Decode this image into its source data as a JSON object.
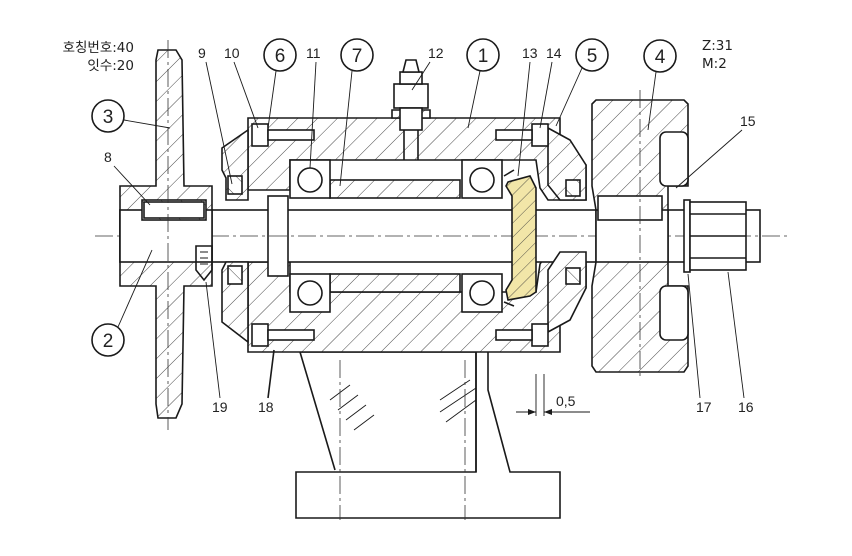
{
  "spec": {
    "sprocket_label": "호칭번호:40",
    "teeth_label": "잇수:20",
    "gear_z": "Z:31",
    "gear_m": "M:2"
  },
  "dimension": "0,5",
  "balloons": [
    "1",
    "2",
    "3",
    "4",
    "5",
    "6",
    "7"
  ],
  "part_numbers": [
    "8",
    "9",
    "10",
    "11",
    "12",
    "13",
    "14",
    "15",
    "16",
    "17",
    "18",
    "19"
  ],
  "highlight_color": "#f2e6a8"
}
